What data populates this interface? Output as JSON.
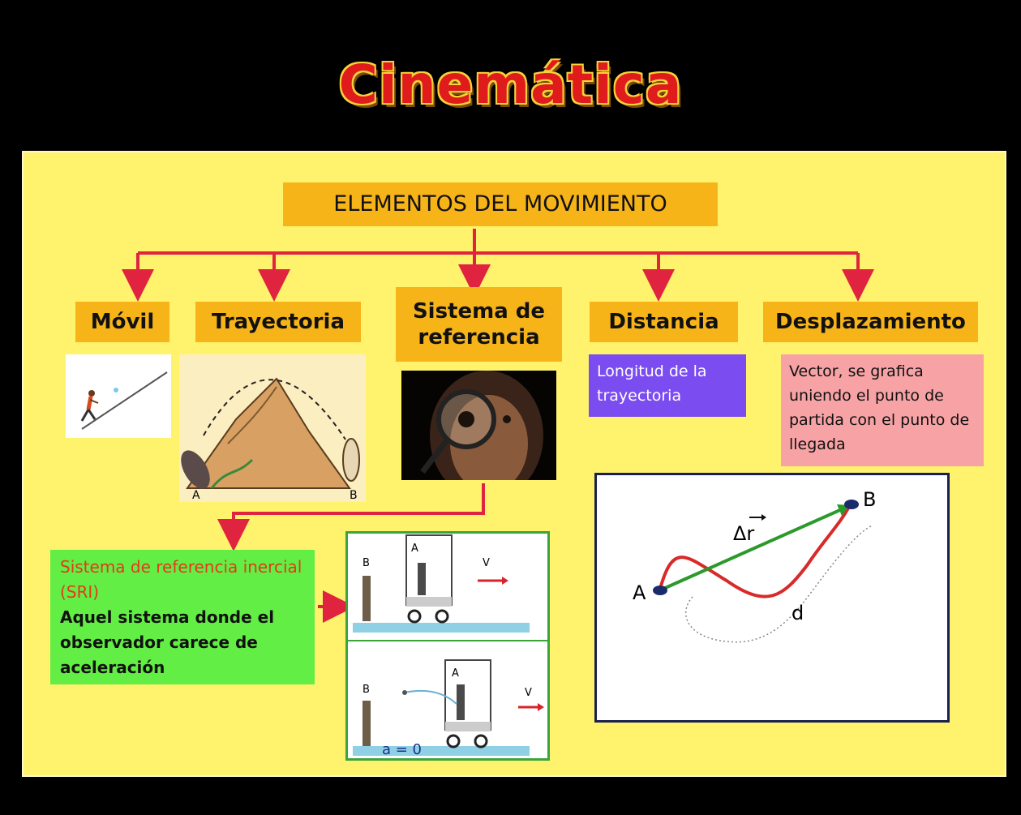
{
  "title": "Cinemática",
  "root": {
    "label": "ELEMENTOS DEL MOVIMIENTO"
  },
  "elements": {
    "movil": "Móvil",
    "trayectoria": "Trayectoria",
    "sistema": "Sistema de referencia",
    "distancia": "Distancia",
    "desplazamiento": "Desplazamiento"
  },
  "distancia_def": "Longitud de la trayectoria",
  "desplazamiento_def": "Vector, se grafica uniendo el punto de partida con el punto de llegada",
  "sri": {
    "heading": "Sistema de referencia inercial (SRI)",
    "text": "Aquel sistema donde el observador carece de aceleración"
  },
  "trayectoria_points": {
    "a": "A",
    "b": "B"
  },
  "cart_labels": {
    "b": "B",
    "a": "A",
    "v": "V",
    "accel": "a = 0"
  },
  "vector_labels": {
    "a": "A",
    "b": "B",
    "dr": "Δr",
    "d": "d"
  },
  "colors": {
    "board": "#fff36e",
    "label": "#f7b419",
    "arrow": "#e0233f",
    "title": "#e01b1b"
  }
}
